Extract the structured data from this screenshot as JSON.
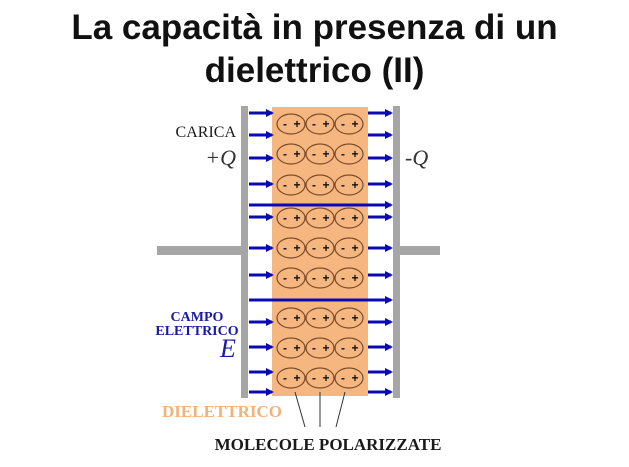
{
  "title": {
    "line1": "La capacità in presenza di un",
    "line2": "dielettrico (II)"
  },
  "labels": {
    "charge": "CARICA",
    "plus_q": "+Q",
    "minus_q": "-Q",
    "field_line1": "CAMPO",
    "field_line2": "ELETTRICO",
    "field_symbol": "E",
    "dielectric": "DIELETTRICO",
    "molecules": "MOLECOLE POLARIZZATE"
  },
  "molecule": {
    "minus": "-",
    "plus": "+"
  },
  "colors": {
    "plate": "#A6A6A6",
    "dielectric": "#F6B67F",
    "arrow": "#0A0AB4",
    "molecule_outline": "#7A4A2A",
    "field_label": "#1A1AA0",
    "dielectric_label": "#F2B27C",
    "text": "#1A1A1A"
  },
  "diagram": {
    "arrow_rows_y": [
      113,
      135,
      158,
      184,
      217,
      248,
      275,
      322,
      347,
      372,
      392
    ],
    "long_arrow_rows_y": [
      205,
      300
    ],
    "molecule_rows_y": [
      124,
      154,
      185,
      218,
      248,
      278,
      318,
      348,
      378
    ],
    "molecule_cols_x": [
      291,
      320,
      349
    ]
  }
}
